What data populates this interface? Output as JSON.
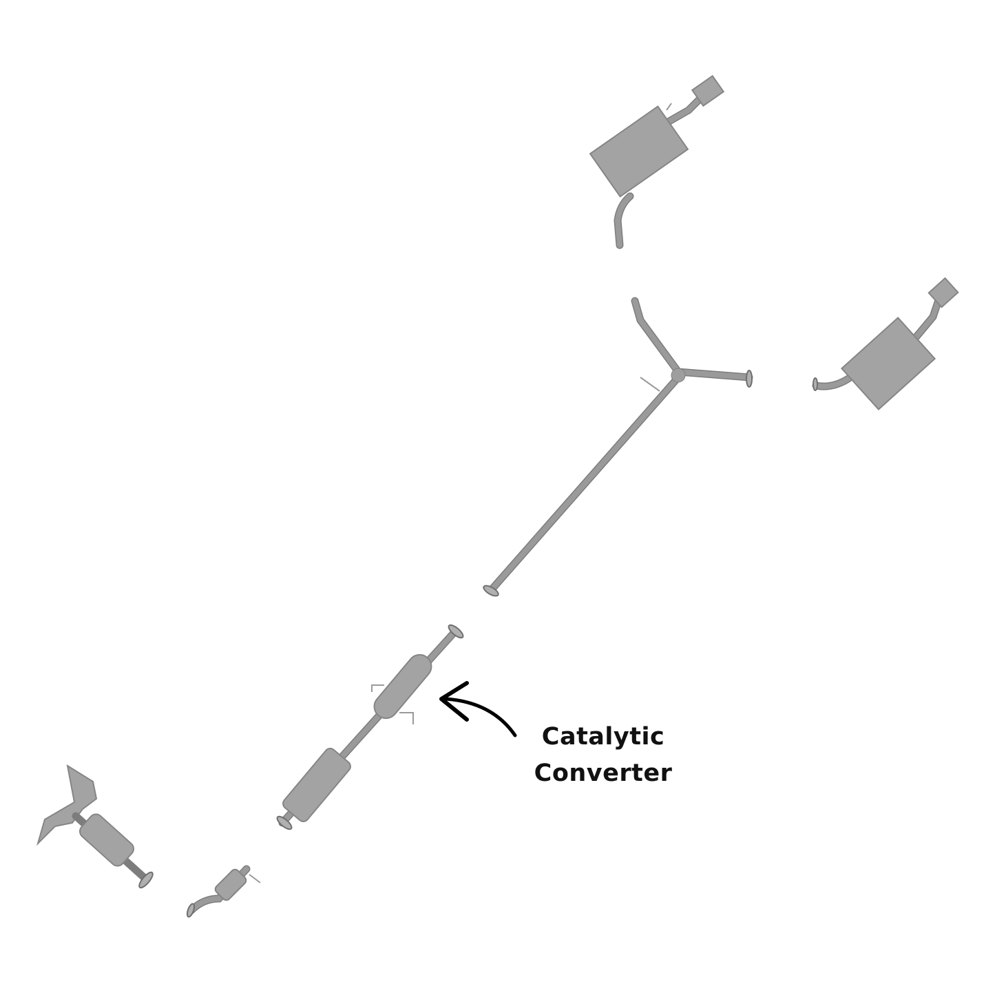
{
  "annotation": {
    "label_line1": "Catalytic",
    "label_line2": "Converter",
    "arrow_color": "#000000"
  },
  "parts": [
    "rear-muffler-upper",
    "y-pipe",
    "rear-muffler-right",
    "catalytic-converter-assembly",
    "exhaust-manifold",
    "front-pipe-converter"
  ],
  "colors": {
    "part_gray": "#a3a3a3",
    "background": "#ffffff"
  }
}
